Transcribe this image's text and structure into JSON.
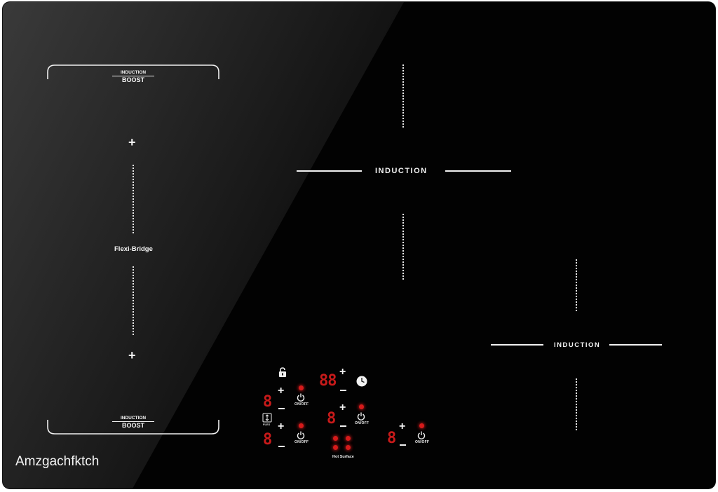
{
  "brand": "Amzgachfktch",
  "zones": {
    "left": {
      "top_boost": {
        "line1": "INDUCTION",
        "line2": "BOOST"
      },
      "bottom_boost": {
        "line1": "INDUCTION",
        "line2": "BOOST"
      },
      "bridge_label": "Flexi-Bridge"
    },
    "center": {
      "label": "INDUCTION"
    },
    "right": {
      "label": "INDUCTION"
    }
  },
  "controls": {
    "flex_label": "FLEX",
    "hot_surface_label": "Hot Surface",
    "on_off_label": "ON/OFF",
    "digit": "8",
    "timer_digits": "88",
    "plus_symbol": "+"
  },
  "colors": {
    "glass": "#020202",
    "display_red": "#c81a1a",
    "led_red": "#d61a1a",
    "print_white": "#f2f2f2"
  },
  "icons": [
    "lock-icon",
    "clock-icon",
    "power-icon",
    "flex-icon"
  ]
}
